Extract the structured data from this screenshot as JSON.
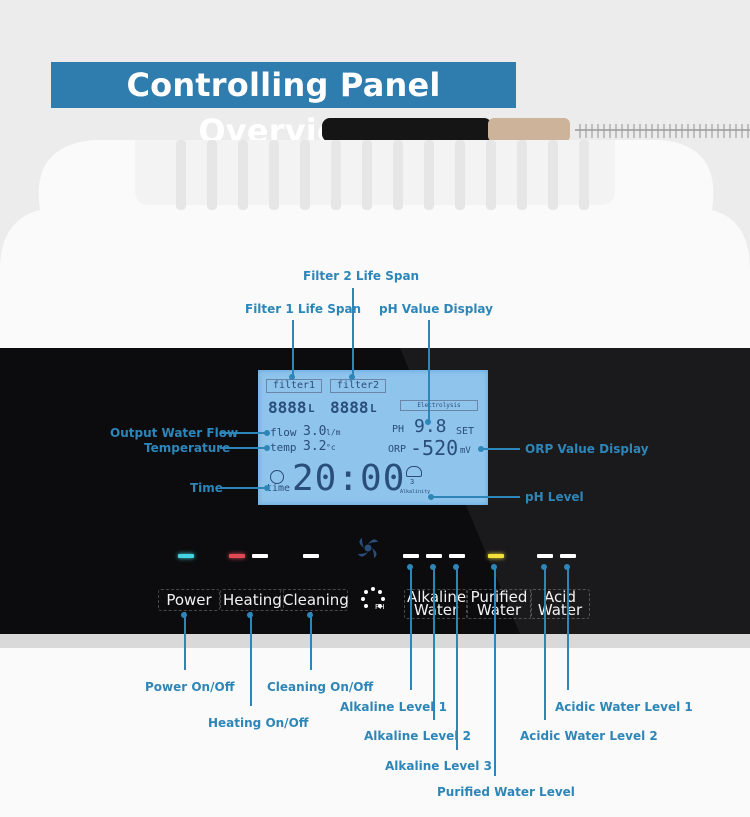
{
  "title": "Controlling Panel Overview",
  "lcd": {
    "filter1": "filter1",
    "filter2": "filter2",
    "filter1_value": "8888",
    "filter2_value": "8888",
    "unit_l": "L",
    "flow_label": "flow",
    "flow_value": "3.0",
    "flow_unit": "l/m",
    "temp_label": "temp",
    "temp_value": "3.2",
    "temp_unit": "°c",
    "time_label": "time",
    "time_value": "20:00",
    "ph_label": "PH",
    "ph_value": "9.8",
    "set_label": "SET",
    "orp_label": "ORP",
    "orp_value": "-520",
    "orp_unit": "mV",
    "electrolysis": "Electrolysis",
    "alkalinity_level": "3",
    "alkalinity_label": "Alkalinity"
  },
  "buttons": {
    "power": "Power",
    "heating": "Heating",
    "cleaning": "Cleaning",
    "ph": "PH",
    "alkaline": [
      "Alkaline",
      "Water"
    ],
    "purified": [
      "Purified",
      "Water"
    ],
    "acid": [
      "Acid",
      "Water"
    ]
  },
  "callouts": {
    "filter2_life": "Filter 2 Life Span",
    "filter1_life": "Filter 1 Life Span",
    "ph_display": "pH Value Display",
    "output_flow": "Output Water Flow",
    "temperature": "Temperature",
    "time": "Time",
    "orp_display": "ORP Value Display",
    "ph_level": "pH Level",
    "power": "Power On/Off",
    "cleaning": "Cleaning On/Off",
    "heating": "Heating On/Off",
    "alk1": "Alkaline Level 1",
    "alk2": "Alkaline Level 2",
    "alk3": "Alkaline Level 3",
    "purified": "Purified Water Level",
    "acid1": "Acidic Water Level 1",
    "acid2": "Acidic Water Level 2"
  },
  "colors": {
    "accent": "#2e86b8",
    "banner": "#2f7cae",
    "lcd": "#8fc4ec",
    "panel": "#0c0c0e",
    "power_led": "#43d3e0",
    "heating_led": "#e04a55",
    "purified_led": "#f2e23a",
    "white_led": "#ffffff"
  }
}
